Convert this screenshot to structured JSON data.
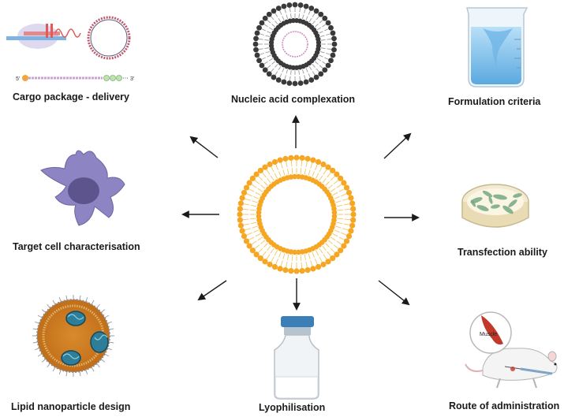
{
  "diagram": {
    "center": {
      "name": "lipid-nanoparticle-bilayer"
    },
    "nodes": [
      {
        "id": "cargo",
        "label": "Cargo package -  delivery",
        "sublabels": [
          "5'",
          "3'"
        ]
      },
      {
        "id": "nucleic",
        "label": "Nucleic acid complexation"
      },
      {
        "id": "formulation",
        "label": "Formulation criteria"
      },
      {
        "id": "target",
        "label": "Target cell characterisation"
      },
      {
        "id": "transfection",
        "label": "Transfection ability"
      },
      {
        "id": "lnp",
        "label": "Lipid nanoparticle design"
      },
      {
        "id": "lyophilisation",
        "label": "Lyophilisation"
      },
      {
        "id": "route",
        "label": "Route of administration",
        "inset_label": "Muscle"
      }
    ]
  },
  "colors": {
    "lipid_head": "#f5a623",
    "lipid_tail": "#f2c55c",
    "cell": "#8d84c4",
    "cell_nucleus": "#5d548e",
    "water": "#8ec9ef",
    "vial_cap": "#3c7fb6",
    "dish_cells": "#74a882",
    "muscle": "#c0392b"
  }
}
